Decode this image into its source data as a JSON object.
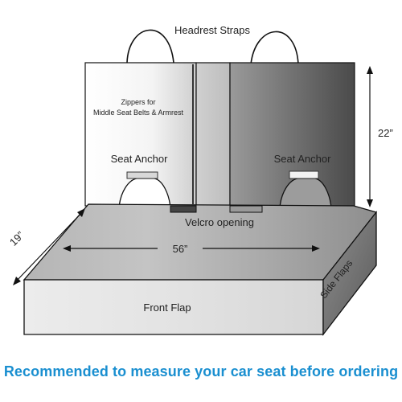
{
  "labels": {
    "headrest_straps": "Headrest Straps",
    "zippers_line1": "Zippers for",
    "zippers_line2": "Middle Seat Belts & Armrest",
    "seat_anchor_left": "Seat Anchor",
    "seat_anchor_right": "Seat Anchor",
    "velcro_opening": "Velcro opening",
    "width": "56”",
    "depth": "19”",
    "height": "22”",
    "front_flap": "Front Flap",
    "side_flaps": "Side Flaps"
  },
  "caption": "Recommended to measure your car seat before ordering",
  "colors": {
    "caption": "#1a8fd0",
    "outline": "#111111",
    "text": "#222222"
  }
}
